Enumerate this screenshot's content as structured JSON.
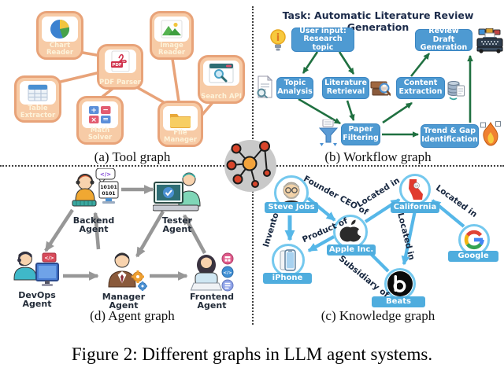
{
  "figure": {
    "caption": "Figure 2: Different graphs in LLM agent systems."
  },
  "colors": {
    "peach_border": "#e8a379",
    "peach_fill": "#f7cba6",
    "tool_label_text": "#fdf3da",
    "workflow_blue": "#4e9ad2",
    "green_arrow": "#1f7040",
    "navy_text": "#1c2b4a",
    "gray_arrow": "#979797",
    "kg_arrow_blue": "#56b7e8",
    "kg_label_blue": "#4fadde",
    "kg_circle_border": "#74c8ee",
    "hub_gray": "#c9c9c9",
    "hub_orange": "#f2a33c",
    "hub_red": "#d8452b"
  },
  "tool": {
    "caption": "(a) Tool graph",
    "chart": "Chart Reader",
    "image": "Image Reader",
    "pdf": "PDF Parser",
    "search": "Search API",
    "table": "Table Extractor",
    "math": "Math Solver",
    "file": "File Manager",
    "pdf_badge": "PDF",
    "ops": {
      "plus": "+",
      "minus": "−",
      "times": "×",
      "eq": "="
    }
  },
  "workflow": {
    "caption": "(b) Workflow graph",
    "title": "Task: Automatic Literature Review Generation",
    "user_input": "User input: Research topic",
    "review_draft": "Review Draft Generation",
    "topic": "Topic Analysis",
    "literature": "Literature Retrieval",
    "content": "Content Extraction",
    "paper": "Paper Filtering",
    "trend": "Trend & Gap Identification"
  },
  "agents": {
    "caption": "(d) Agent graph",
    "backend": "Backend Agent",
    "tester": "Tester Agent",
    "devops": "DevOps Agent",
    "manager": "Manager Agent",
    "frontend": "Frontend Agent",
    "binary1": "10101",
    "binary2": "0101",
    "code": "</>"
  },
  "knowledge": {
    "caption": "(c) Knowledge graph",
    "steve": "Steve Jobs",
    "california": "California",
    "apple": "Apple Inc.",
    "iphone": "iPhone",
    "beats": "Beats",
    "google": "Google",
    "rel_founder": "Founder CEO of",
    "rel_located_apple": "Located in",
    "rel_inventor": "Inventor",
    "rel_product": "Product of",
    "rel_subsidiary": "Subsidiary of",
    "rel_located_beats": "Located in",
    "rel_located_google": "Located in",
    "beats_glyph": "b",
    "ca_tag": "CA"
  }
}
